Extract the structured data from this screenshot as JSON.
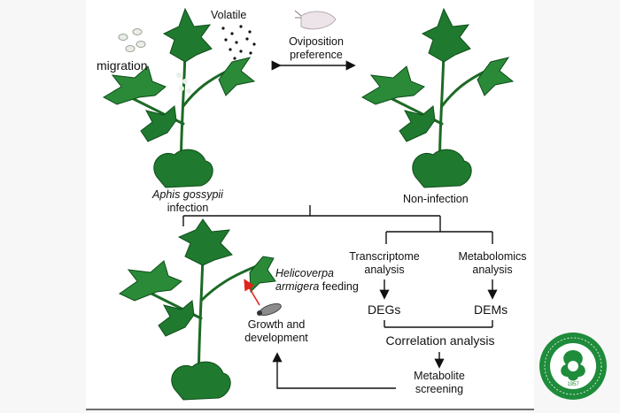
{
  "labels": {
    "volatile": "Volatile",
    "migration": "migration",
    "oviposition_line1": "Oviposition",
    "oviposition_line2": "preference",
    "aphis_name": "Aphis gossypii",
    "aphis_suffix": "infection",
    "non_infection": "Non-infection",
    "transcriptome_line1": "Transcriptome",
    "transcriptome_line2": "analysis",
    "metabolomics_line1": "Metabolomics",
    "metabolomics_line2": "analysis",
    "degs": "DEGs",
    "dems": "DEMs",
    "correlation": "Correlation analysis",
    "metabolite_line1": "Metabolite",
    "metabolite_line2": "screening",
    "helicoverpa_line1": "Helicoverpa",
    "helicoverpa_line2_italic": "armigera",
    "helicoverpa_line2_rest": " feeding",
    "growth_line1": "Growth and",
    "growth_line2": "development"
  },
  "logo": {
    "ring_text": "中国农业科学院棉花研究所 · INSTITUTE OF COTTON RESEARCH OF CAAS",
    "year": "1957"
  },
  "colors": {
    "leaf": "#1f7a2f",
    "arrow_red": "#e2231a",
    "logo_green": "#1e8c3a",
    "text": "#111111"
  }
}
